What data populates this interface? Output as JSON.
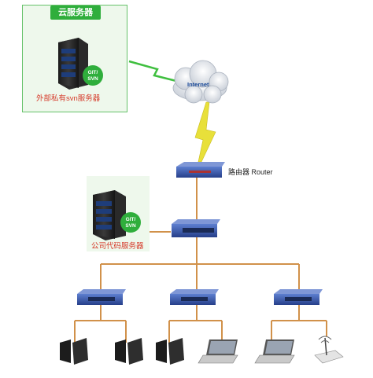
{
  "cloud_server": {
    "title": "云服务器",
    "badge_line1": "GIT/",
    "badge_line2": "SVN",
    "label": "外部私有svn服务器"
  },
  "internet": {
    "label": "Internet"
  },
  "router": {
    "label": "路由器 Router"
  },
  "company_server": {
    "badge_line1": "GIT/",
    "badge_line2": "SVN",
    "label": "公司代码服务器"
  },
  "colors": {
    "link_wired": "#d1914a",
    "link_wireless": "#e8e03a",
    "link_green": "#3fbf3f",
    "badge": "#2fae3c",
    "switch_blue": "#2c4fa3"
  }
}
